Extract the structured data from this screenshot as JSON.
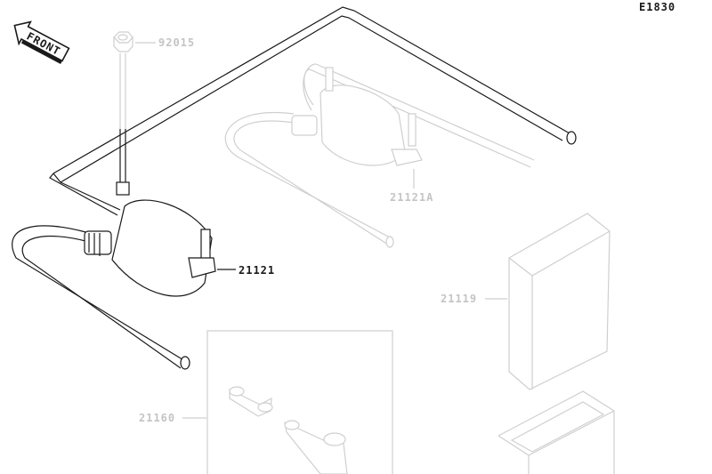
{
  "diagram_id": "E1830",
  "front_label": "FRONT",
  "parts": [
    {
      "number": "92015"
    },
    {
      "number": "21121A"
    },
    {
      "number": "21121"
    },
    {
      "number": "21119"
    },
    {
      "number": "21160"
    }
  ]
}
